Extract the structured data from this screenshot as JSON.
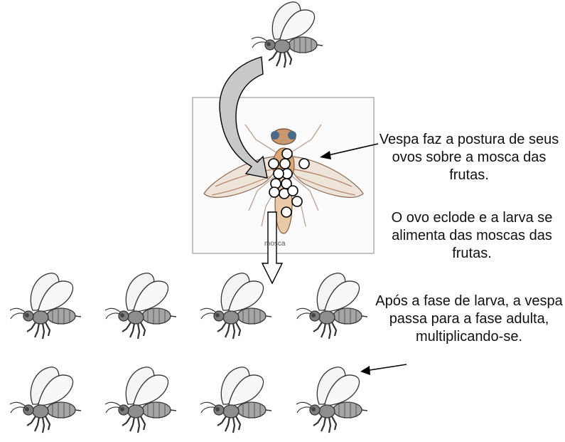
{
  "captions": {
    "step1": "Vespa faz a postura de seus ovos sobre a mosca das frutas.",
    "step2": "O ovo eclode e a larva se alimenta das moscas das frutas.",
    "step3": "Após a fase de larva, a vespa passa para a fase adulta, multiplicando-se."
  },
  "figure_label": "mosca",
  "icons": {
    "wasp": "wasp-icon",
    "fruit_fly": "fruit-fly-icon",
    "egg": "egg-icon"
  },
  "colors": {
    "curved_arrow_fill": "#c8c8c8",
    "wasp_body": "#9a9a9a",
    "fly_body": "#d7a878"
  },
  "counts": {
    "eggs": 13,
    "offspring_wasps": 8
  }
}
